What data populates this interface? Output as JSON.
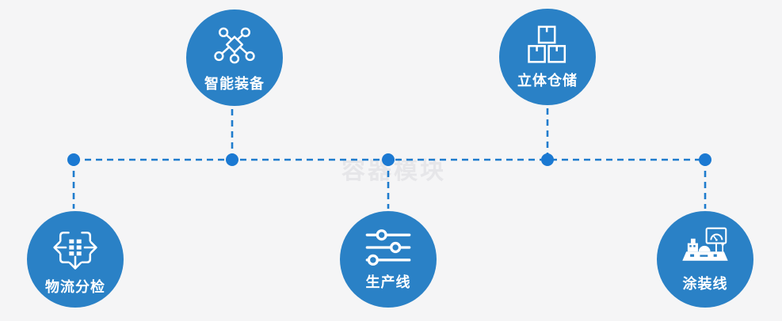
{
  "background_color": "#f5f5f6",
  "watermark": {
    "text": "容器模块"
  },
  "diagram": {
    "node_fill_color": "#2a81c6",
    "connector_color": "#1e7ccd",
    "junction_dot_color": "#1b79d2",
    "icon_color": "#ffffff",
    "label_color": "#ffffff",
    "nodes": [
      {
        "label": "智能装备",
        "icon": "network-nodes-icon",
        "position": "top-left"
      },
      {
        "label": "立体仓储",
        "icon": "stacked-boxes-icon",
        "position": "top-right"
      },
      {
        "label": "物流分检",
        "icon": "sort-arrows-icon",
        "position": "bottom-left"
      },
      {
        "label": "生产线",
        "icon": "sliders-icon",
        "position": "bottom-center"
      },
      {
        "label": "涂装线",
        "icon": "machine-monitor-icon",
        "position": "bottom-right"
      }
    ],
    "connections": [
      {
        "from": "智能装备",
        "to": "horizontal-bus",
        "style": "dashed"
      },
      {
        "from": "立体仓储",
        "to": "horizontal-bus",
        "style": "dashed"
      },
      {
        "from": "物流分检",
        "to": "horizontal-bus",
        "style": "dashed"
      },
      {
        "from": "生产线",
        "to": "horizontal-bus",
        "style": "dashed"
      },
      {
        "from": "涂装线",
        "to": "horizontal-bus",
        "style": "dashed"
      }
    ]
  }
}
